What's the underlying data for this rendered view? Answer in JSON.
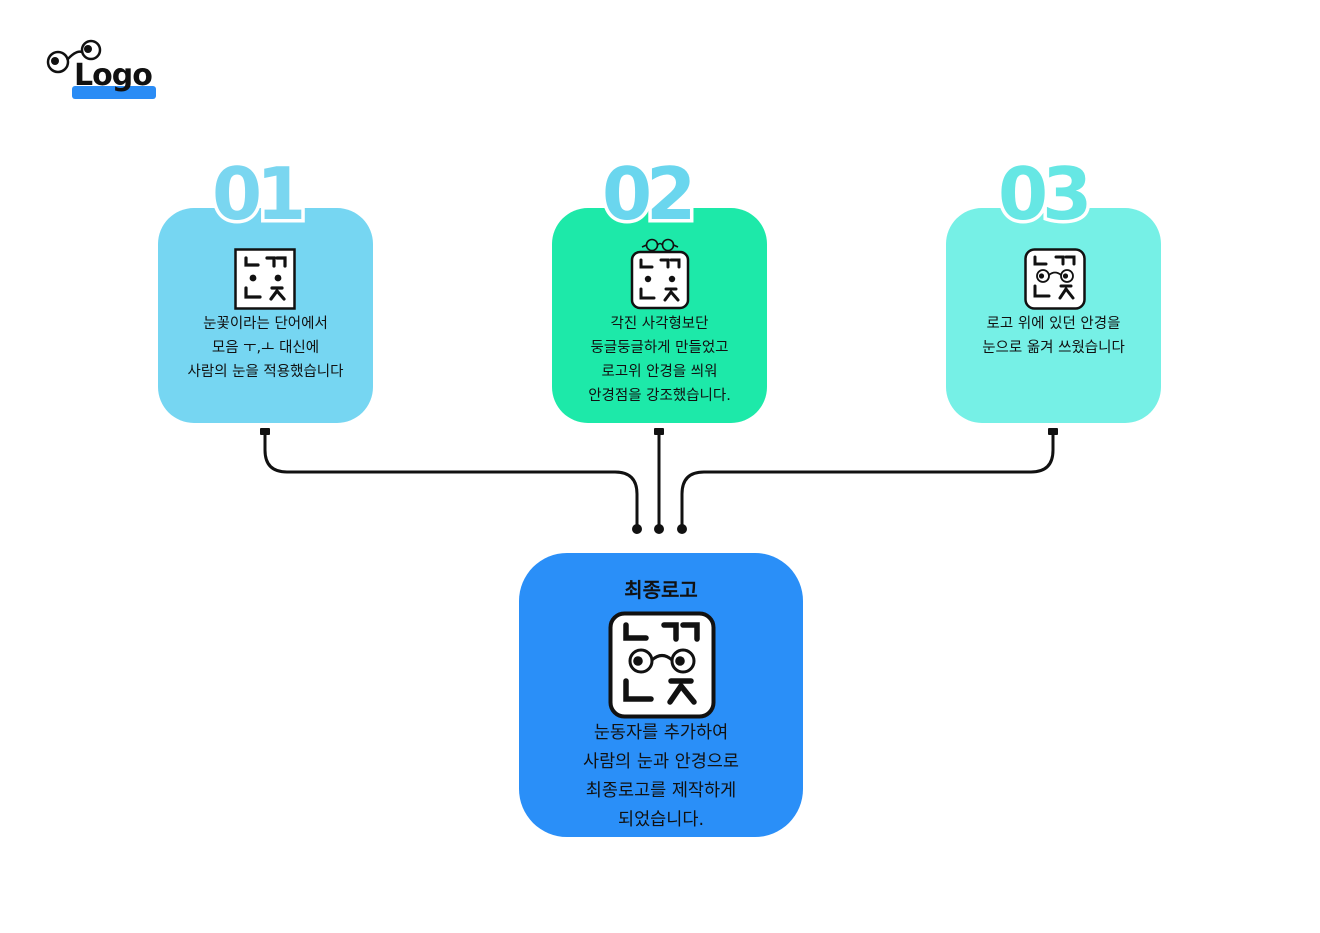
{
  "brand": {
    "logo_text": "Logo",
    "accent": "#2a8cf5"
  },
  "steps": [
    {
      "number": "01",
      "color": "#76d6f2",
      "icon": "nkkot-logo-icon",
      "lines": [
        "눈꽃이라는 단어에서",
        "모음 ㅜ,ㅗ 대신에",
        "사람의 눈을 적용했습니다"
      ]
    },
    {
      "number": "02",
      "color": "#1de9a9",
      "icon": "nkkot-logo-glasses-icon",
      "lines": [
        "각진 사각형보단",
        "둥글둥글하게 만들었고",
        "로고위 안경을 씌워",
        "안경점을 강조했습니다."
      ]
    },
    {
      "number": "03",
      "color": "#76f0e6",
      "icon": "nkkot-logo-eyes-icon",
      "lines": [
        "로고 위에 있던 안경을",
        "눈으로 옮겨 쓰웠습니다"
      ]
    }
  ],
  "final": {
    "title": "최종로고",
    "color": "#2a8ff8",
    "icon": "final-logo-icon",
    "lines": [
      "눈동자를 추가하여",
      "사람의 눈과 안경으로",
      "최종로고를 제작하게",
      "되었습니다."
    ]
  }
}
